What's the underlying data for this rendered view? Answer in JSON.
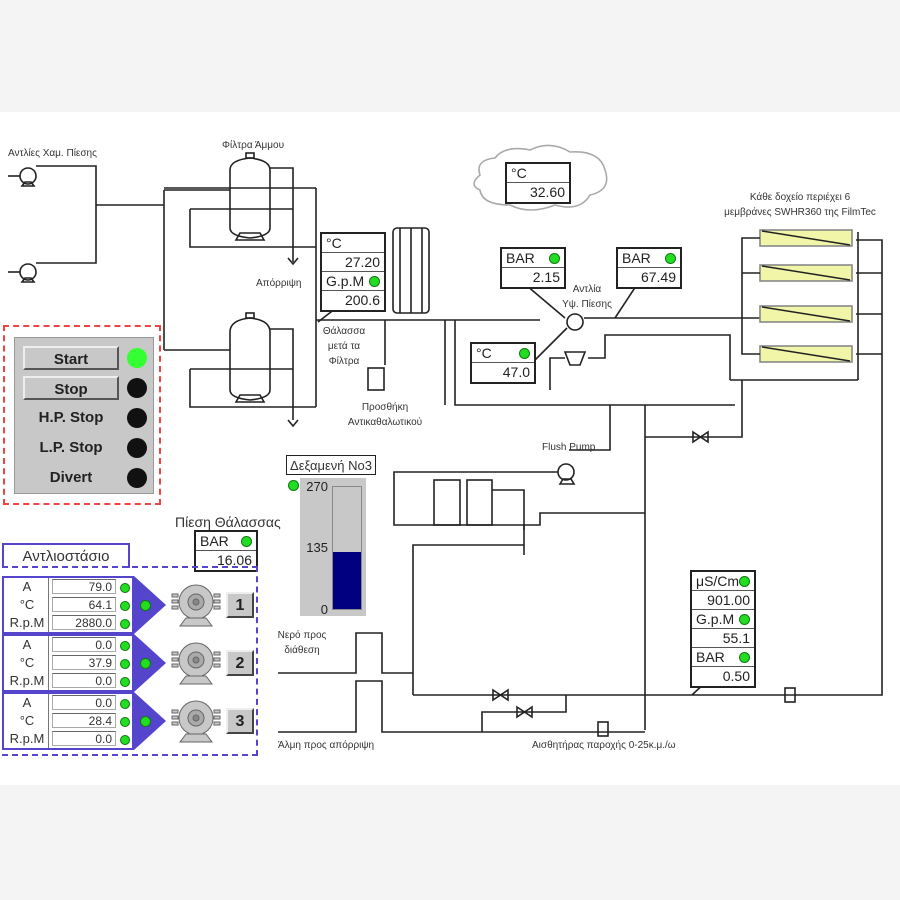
{
  "labels": {
    "low_pressure_pumps": "Αντλίες Χαμ. Πίεσης",
    "sand_filters": "Φίλτρα Άμμου",
    "drain": "Απόρριψη",
    "sea_after_filters_1": "Θάλασσα",
    "sea_after_filters_2": "μετά τα",
    "sea_after_filters_3": "Φίλτρα",
    "antiscalant_1": "Προσθήκη",
    "antiscalant_2": "Αντικαθαλωτικού",
    "hp_pump_1": "Αντλία",
    "hp_pump_2": "Υψ. Πίεσης",
    "membranes_1": "Κάθε δοχείο περιέχει 6",
    "membranes_2": "μεμβράνες SWHR360 της FilmTec",
    "flush_pump": "Flush Pump",
    "water_out_1": "Νερό προς",
    "water_out_2": "διάθεση",
    "brine_out": "Άλμη προς απόρριψη",
    "flow_sensor": "Αισθητήρας παροχής 0-25κ.μ./ω",
    "sea_pressure": "Πίεση Θάλασσας"
  },
  "control_panel": {
    "buttons": [
      {
        "label": "Start",
        "lamp": "on"
      },
      {
        "label": "Stop",
        "lamp": "off"
      },
      {
        "label": "H.P. Stop",
        "lamp": "off"
      },
      {
        "label": "L.P. Stop",
        "lamp": "off"
      },
      {
        "label": "Divert",
        "lamp": "off"
      }
    ]
  },
  "indicators": {
    "ambient_temp": {
      "unit": "°C",
      "value": "32.60"
    },
    "filtered_sea": {
      "temp_unit": "°C",
      "temp_value": "27.20",
      "flow_unit": "G.p.M",
      "flow_value": "200.6"
    },
    "hp_inlet_pressure": {
      "unit": "BAR",
      "value": "2.15"
    },
    "hp_outlet_pressure": {
      "unit": "BAR",
      "value": "67.49"
    },
    "hp_pump_temp": {
      "unit": "°C",
      "value": "47.0"
    },
    "sea_pressure": {
      "unit": "BAR",
      "value": "16.06"
    },
    "product": {
      "cond_unit": "μS/Cm",
      "cond_value": "901.00",
      "flow_unit": "G.p.M",
      "flow_value": "55.1",
      "pres_unit": "BAR",
      "pres_value": "0.50"
    }
  },
  "pump_station": {
    "title": "Αντλιοστάσιο",
    "pumps": [
      {
        "id": "1",
        "rows": [
          {
            "unit": "A",
            "value": "79.0"
          },
          {
            "unit": "°C",
            "value": "64.1"
          },
          {
            "unit": "R.p.M",
            "value": "2880.0"
          }
        ]
      },
      {
        "id": "2",
        "rows": [
          {
            "unit": "A",
            "value": "0.0"
          },
          {
            "unit": "°C",
            "value": "37.9"
          },
          {
            "unit": "R.p.M",
            "value": "0.0"
          }
        ]
      },
      {
        "id": "3",
        "rows": [
          {
            "unit": "A",
            "value": "0.0"
          },
          {
            "unit": "°C",
            "value": "28.4"
          },
          {
            "unit": "R.p.M",
            "value": "0.0"
          }
        ]
      }
    ]
  },
  "tank": {
    "title": "Δεξαμενή Νο3",
    "ticks": [
      "270",
      "135",
      "0"
    ],
    "max": 270,
    "level": 127
  },
  "colors": {
    "status_green": "#22dd22",
    "tank_fill": "#000080",
    "station_border": "#5544cc",
    "control_border": "#ee4444",
    "membrane_fill": "#f0f5a8"
  }
}
